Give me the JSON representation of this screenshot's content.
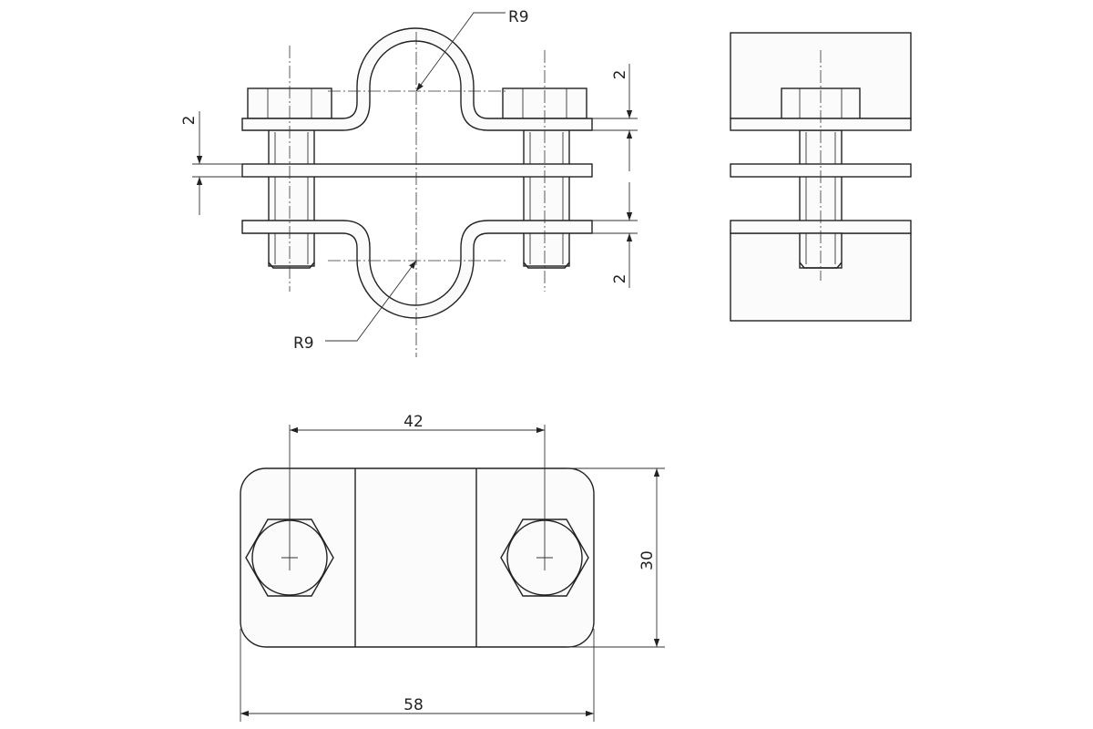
{
  "dimensions": {
    "radius_top": "R9",
    "radius_bottom": "R9",
    "plate_gap_left": "2",
    "plate_gap_right_top": "2",
    "plate_gap_right_bottom": "2",
    "bolt_spacing": "42",
    "plate_width": "30",
    "plate_length": "58"
  }
}
